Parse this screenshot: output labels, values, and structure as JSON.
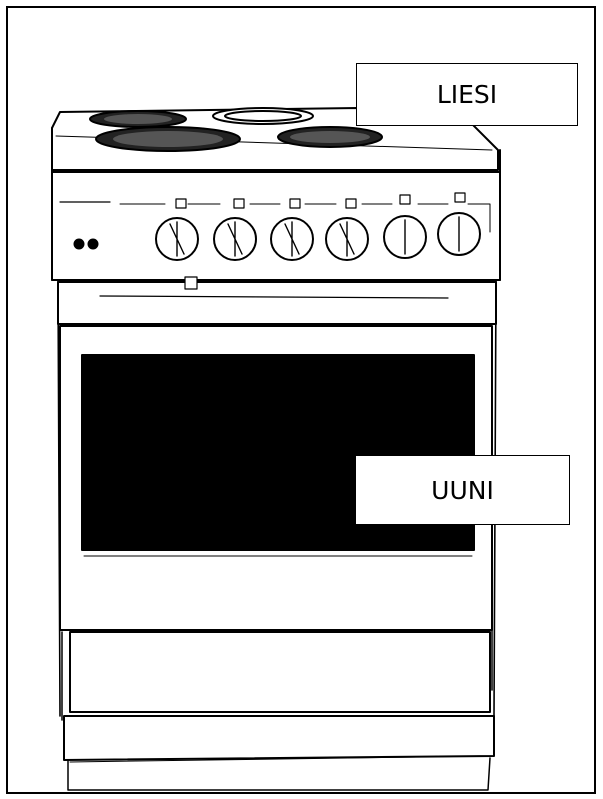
{
  "labels": {
    "cooktop": "LIESI",
    "oven": "UUNI"
  },
  "colors": {
    "line": "#000000",
    "background": "#ffffff",
    "window": "#000000"
  },
  "illustration": {
    "subject": "electric-stove-line-drawing",
    "hotplates": 4,
    "control_knobs": 6,
    "indicator_lights": 2
  }
}
